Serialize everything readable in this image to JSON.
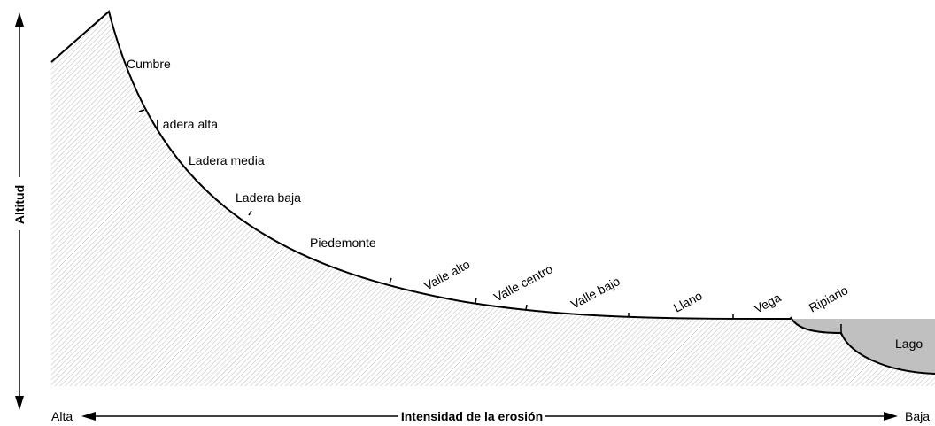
{
  "vertical_axis": {
    "title": "Altitud"
  },
  "horizontal_axis": {
    "title": "Intensidad de la erosión",
    "left_label": "Alta",
    "right_label": "Baja"
  },
  "zones": [
    "Cumbre",
    "Ladera alta",
    "Ladera media",
    "Ladera baja",
    "Piedemonte",
    "Valle alto",
    "Valle centro",
    "Valle bajo",
    "Llano",
    "Vega",
    "Ripiario",
    "Lago"
  ],
  "colors": {
    "hatch": "#b8b8b8",
    "lake": "#c0c0c0",
    "line": "#000000"
  }
}
